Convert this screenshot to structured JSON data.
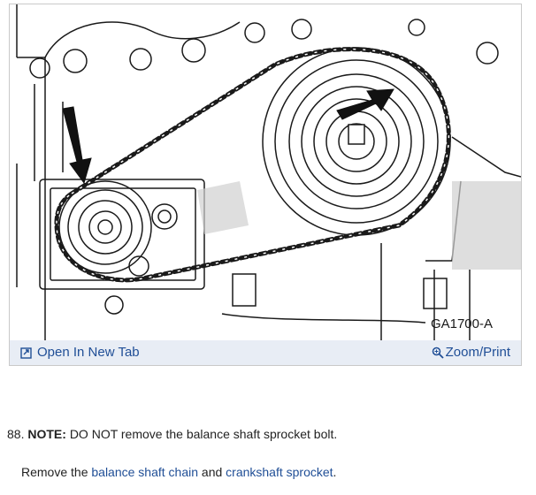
{
  "figure": {
    "caption_code": "GA1700-A",
    "open_tab_label": "Open In New Tab",
    "zoom_print_label": "Zoom/Print",
    "open_tab_icon": "open-in-new-tab-icon",
    "zoom_icon": "magnifier-icon"
  },
  "step": {
    "number": "88.",
    "note_label": "NOTE:",
    "note_text": "DO NOT remove the balance shaft sprocket bolt."
  },
  "instruction": {
    "prefix": "Remove the",
    "link1": "balance shaft chain",
    "middle": "and",
    "link2": "crankshaft sprocket",
    "suffix": "."
  },
  "colors": {
    "link": "#1f4e96",
    "toolbar_bg": "#e8edf5",
    "line_art": "#1a1a1a",
    "shading": "#d0d0d0"
  }
}
